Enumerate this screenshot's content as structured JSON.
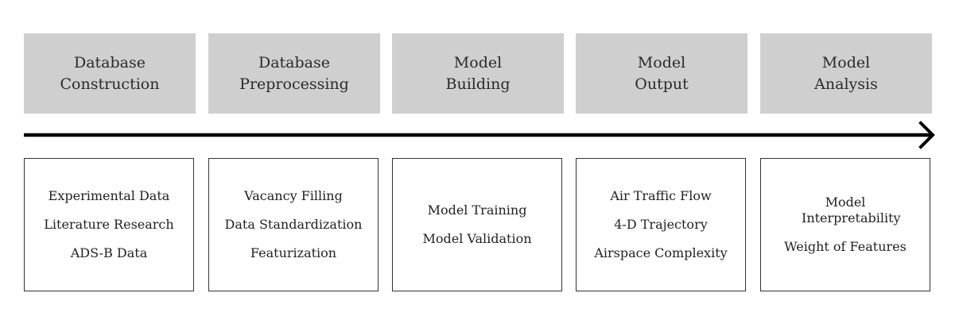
{
  "stages": [
    {
      "header": [
        "Database",
        "Construction"
      ],
      "items": [
        "Experimental Data",
        "Literature Research",
        "ADS-B Data"
      ]
    },
    {
      "header": [
        "Database",
        "Preprocessing"
      ],
      "items": [
        "Vacancy Filling",
        "Data Standardization",
        "Featurization"
      ]
    },
    {
      "header": [
        "Model",
        "Building"
      ],
      "items": [
        "Model Training",
        "Model Validation"
      ]
    },
    {
      "header": [
        "Model",
        "Output"
      ],
      "items": [
        "Air Traffic Flow",
        "4-D Trajectory",
        "Airspace Complexity"
      ]
    },
    {
      "header": [
        "Model",
        "Analysis"
      ],
      "items": [
        "Model Interpretability",
        "Weight of Features"
      ]
    }
  ],
  "colors": {
    "header_fill": "#cfcfcf",
    "line": "#000000",
    "box_border": "#333333"
  }
}
